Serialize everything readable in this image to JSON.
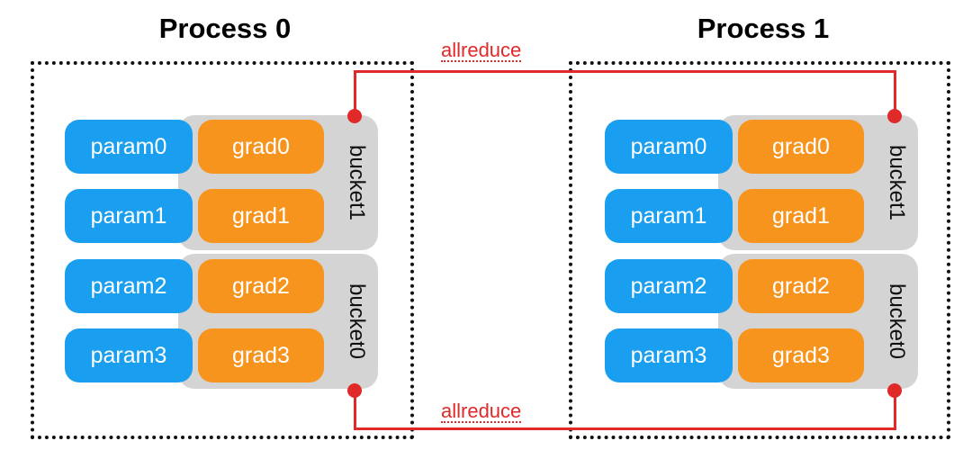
{
  "processes": [
    {
      "title": "Process 0",
      "buckets": [
        {
          "label": "bucket1",
          "params": [
            "param0",
            "param1"
          ],
          "grads": [
            "grad0",
            "grad1"
          ]
        },
        {
          "label": "bucket0",
          "params": [
            "param2",
            "param3"
          ],
          "grads": [
            "grad2",
            "grad3"
          ]
        }
      ]
    },
    {
      "title": "Process 1",
      "buckets": [
        {
          "label": "bucket1",
          "params": [
            "param0",
            "param1"
          ],
          "grads": [
            "grad0",
            "grad1"
          ]
        },
        {
          "label": "bucket0",
          "params": [
            "param2",
            "param3"
          ],
          "grads": [
            "grad2",
            "grad3"
          ]
        }
      ]
    }
  ],
  "connections": {
    "top_label": "allreduce",
    "bottom_label": "allreduce"
  },
  "colors": {
    "param": "#1a9ff0",
    "grad": "#f7941d",
    "bucket": "#d4d4d4",
    "allreduce": "#e02a2a"
  }
}
